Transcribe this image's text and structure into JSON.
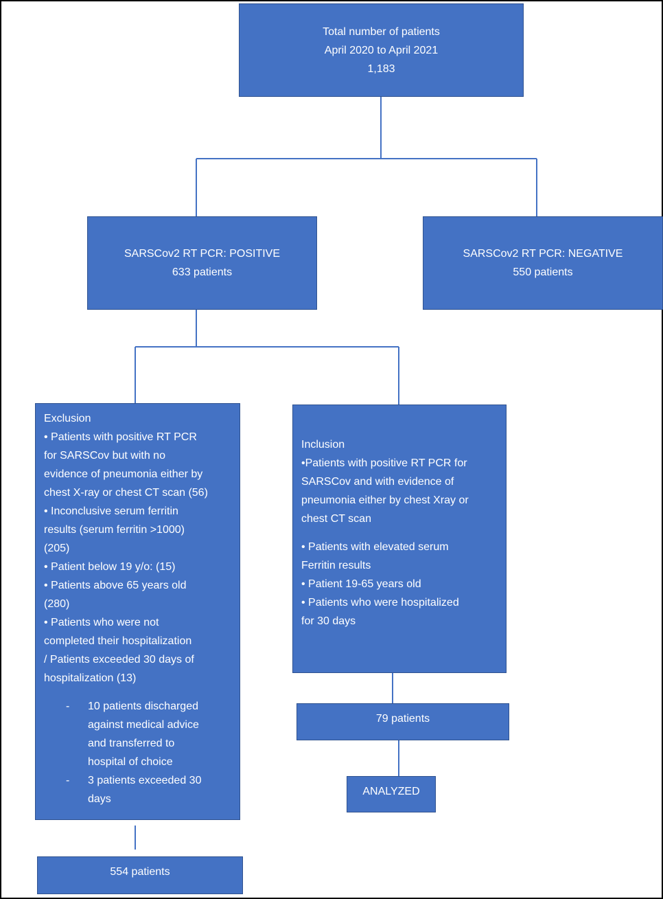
{
  "total": {
    "line1": "Total number of patients",
    "line2": "April 2020 to April 2021",
    "line3": "1,183"
  },
  "positive": {
    "line1": "SARSCov2 RT PCR: POSITIVE",
    "line2": "633 patients"
  },
  "negative": {
    "line1": "SARSCov2 RT PCR: NEGATIVE",
    "line2": "550 patients"
  },
  "exclusion": {
    "title": "Exclusion",
    "lines": [
      "• Patients with positive RT PCR",
      "for SARSCov but with no",
      "evidence of pneumonia either by",
      "chest X-ray or chest CT scan (56)",
      "• Inconclusive serum ferritin",
      "results (serum ferritin >1000)",
      "(205)",
      "• Patient below 19 y/o: (15)",
      "• Patients above 65 years old",
      "(280)",
      "• Patients who were not",
      "completed their hospitalization",
      "/ Patients exceeded 30 days of",
      "hospitalization (13)"
    ],
    "sub1_dash": "-",
    "sub1_lines": [
      "10 patients discharged",
      "against medical advice",
      "and transferred to",
      "hospital of choice"
    ],
    "sub2_dash": "-",
    "sub2_lines": [
      "3 patients exceeded 30",
      "days"
    ]
  },
  "inclusion": {
    "title": "Inclusion",
    "lines_a": [
      "•Patients with positive RT PCR for",
      "SARSCov and with evidence of",
      "pneumonia either by chest Xray  or",
      "chest CT scan"
    ],
    "lines_b": [
      "• Patients with elevated serum",
      "Ferritin results",
      "• Patient 19-65 years old",
      "• Patients who were hospitalized",
      "for 30 days"
    ]
  },
  "excluded_count": "554 patients",
  "included_count": "79 patients",
  "analyzed": "ANALYZED",
  "colors": {
    "box_fill": "#4472c4",
    "box_border": "#2f528f",
    "connector": "#4472c4",
    "frame": "#000000"
  }
}
